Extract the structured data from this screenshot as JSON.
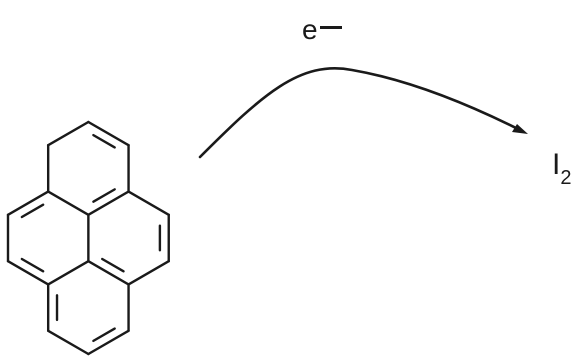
{
  "reaction": {
    "electron_label": "e",
    "electron_charge": "−",
    "acceptor_element": "I",
    "acceptor_subscript": "2"
  },
  "molecule": {
    "name": "pyrene",
    "icon": "pyrene-structure-icon"
  },
  "arrow": {
    "icon": "curved-arrow-icon",
    "color": "#1a1a1a"
  },
  "colors": {
    "ink": "#1a1a1a",
    "background": "#ffffff"
  }
}
